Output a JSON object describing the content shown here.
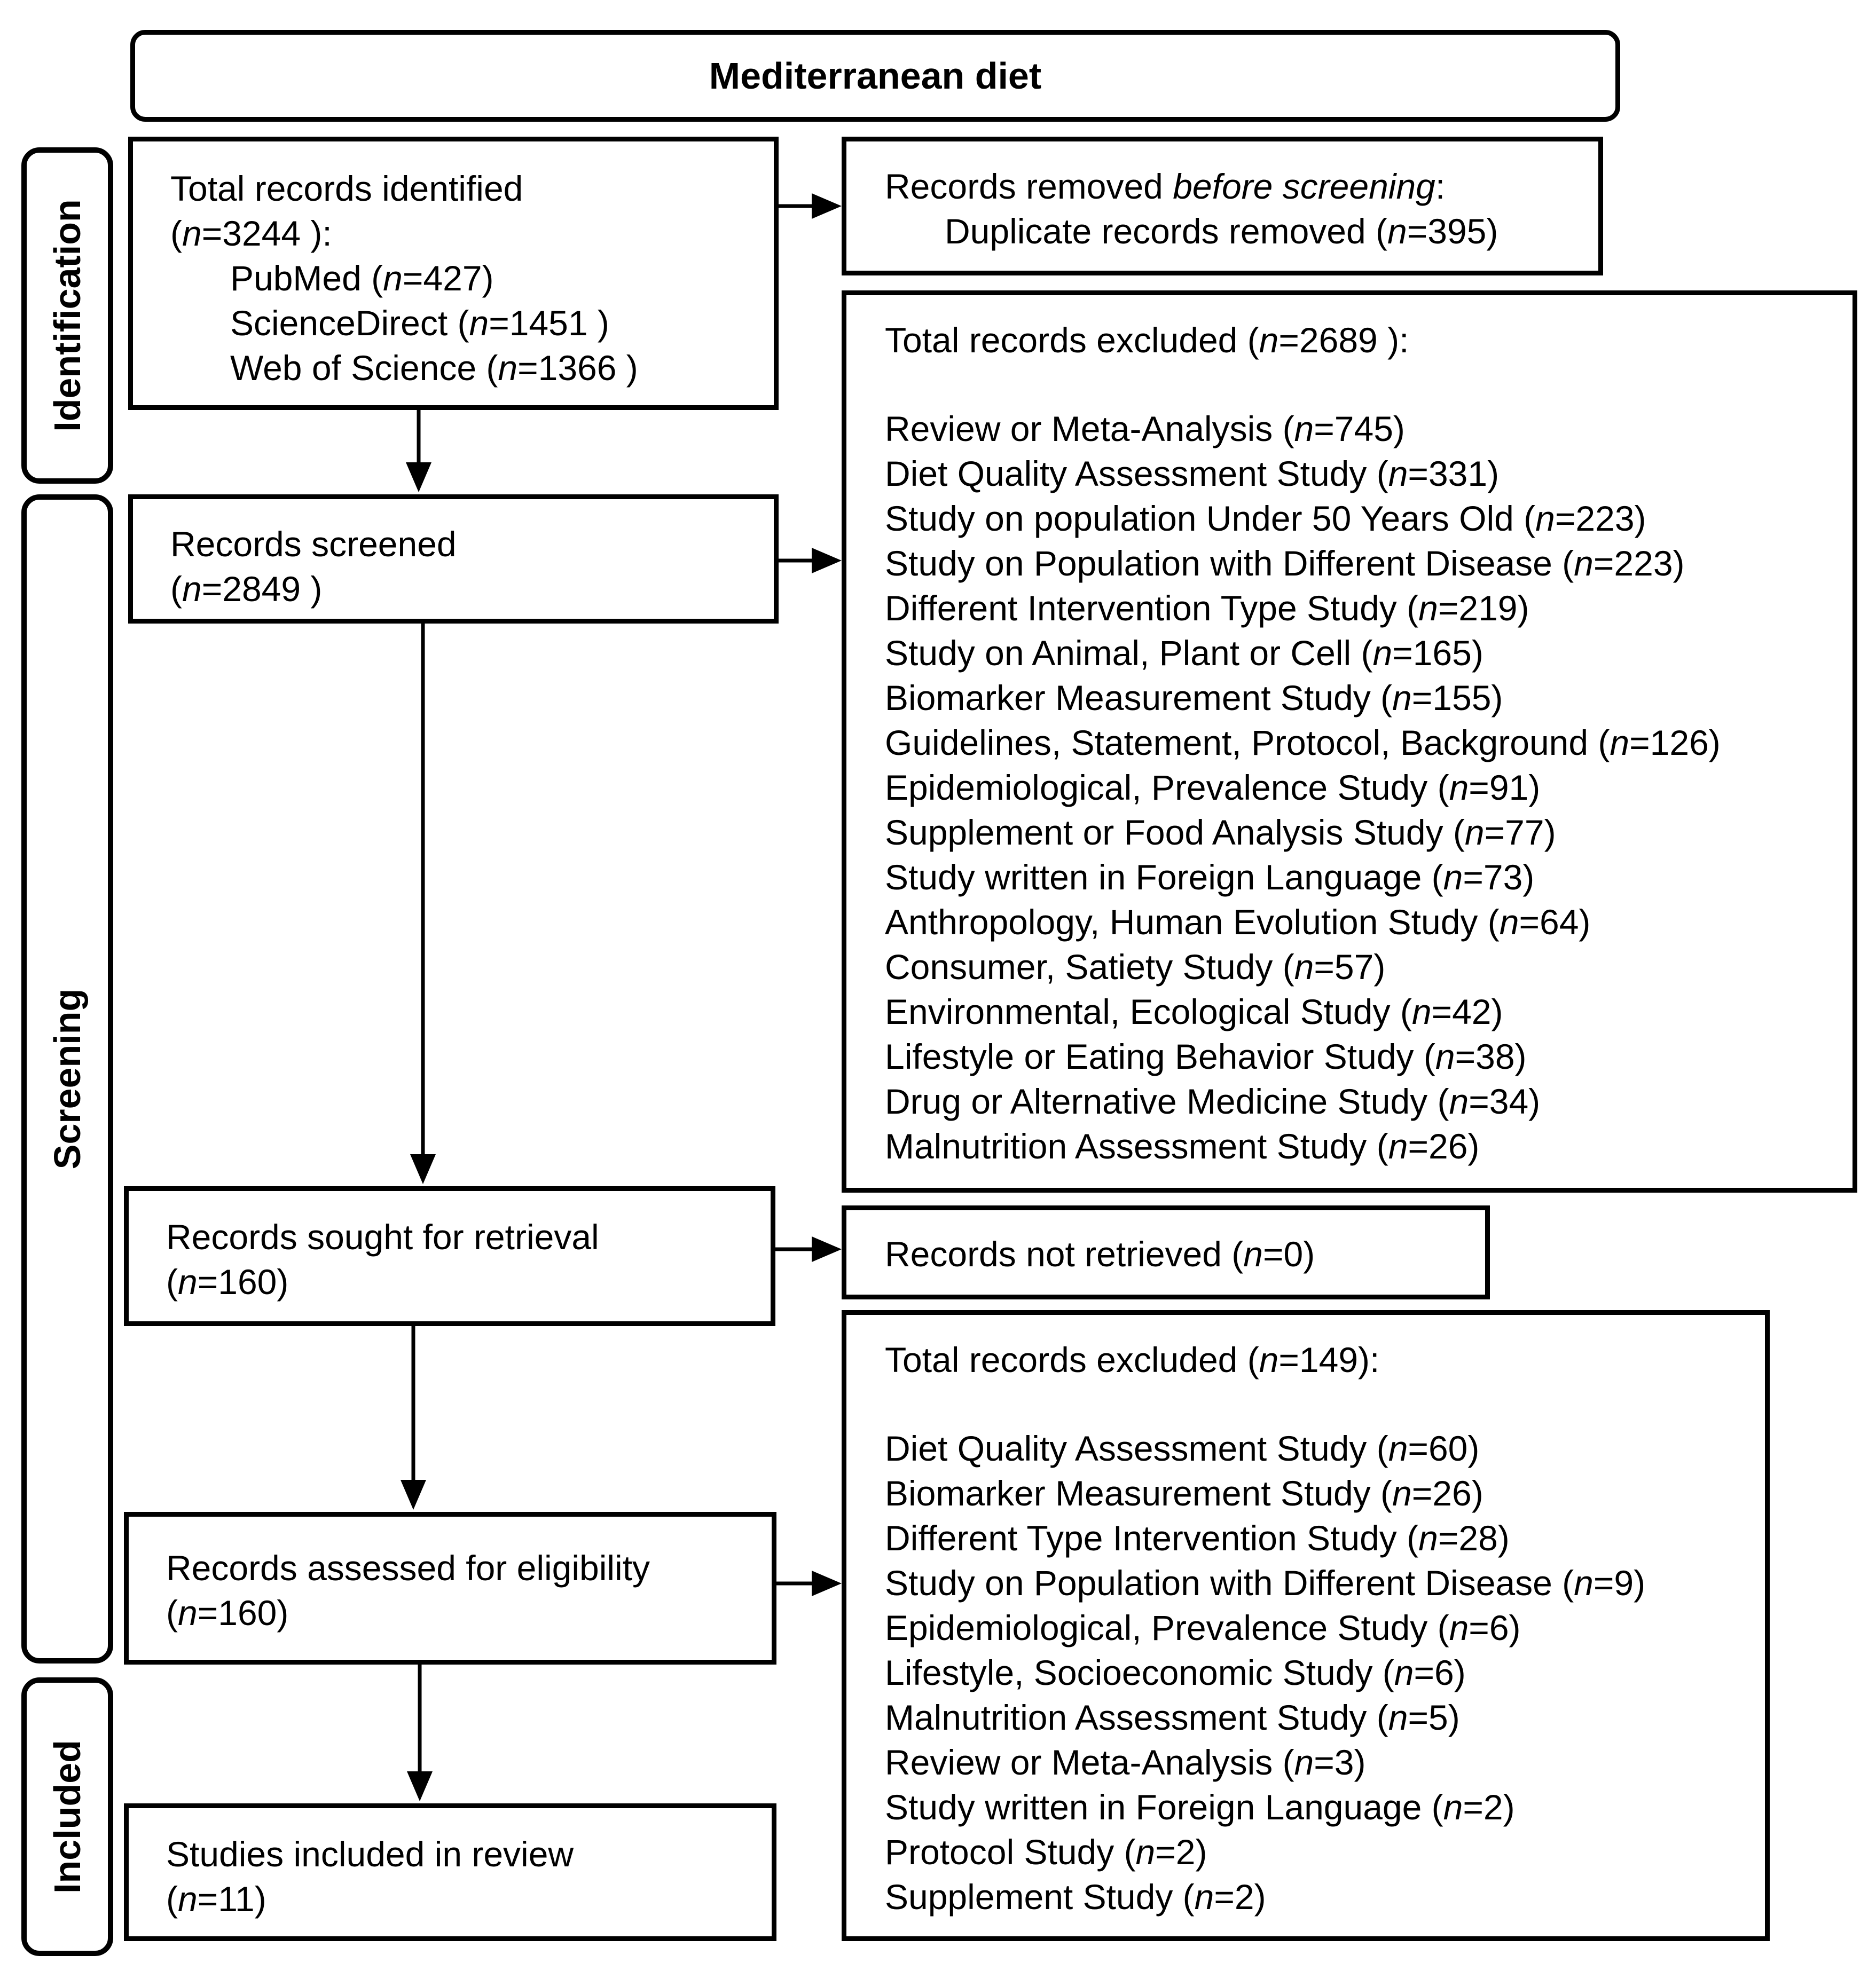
{
  "title": "Mediterranean diet",
  "phases": {
    "identification": "Identification",
    "screening": "Screening",
    "included": "Included"
  },
  "identified": {
    "line1": "Total records identified",
    "line2": {
      "pre": "(",
      "n": "n",
      "val": "=3244 ):"
    },
    "sources": [
      {
        "name": "PubMed (",
        "val": "=427)"
      },
      {
        "name": "ScienceDirect (",
        "val": "=1451 )"
      },
      {
        "name": "Web of Science (",
        "val": "=1366 )"
      }
    ]
  },
  "removed": {
    "line1_pre": "Records removed ",
    "line1_em": "before screening",
    "line1_post": ":",
    "line2_pre": "Duplicate records removed (",
    "line2_val": "=395)"
  },
  "screened": {
    "label": "Records screened",
    "val": "=2849 )"
  },
  "excluded1": {
    "header_pre": "Total records excluded (",
    "header_val": "=2689 ):",
    "items": [
      {
        "label": "Review or Meta-Analysis (",
        "val": "=745)"
      },
      {
        "label": "Diet Quality Assessment Study (",
        "val": "=331)"
      },
      {
        "label": "Study on population Under 50 Years Old (",
        "val": "=223)"
      },
      {
        "label": "Study on Population with Different Disease (",
        "val": "=223)"
      },
      {
        "label": "Different Intervention Type Study (",
        "val": "=219)"
      },
      {
        "label": "Study on Animal, Plant or Cell (",
        "val": "=165)"
      },
      {
        "label": "Biomarker Measurement Study (",
        "val": "=155)"
      },
      {
        "label": "Guidelines, Statement, Protocol, Background (",
        "val": "=126)"
      },
      {
        "label": "Epidemiological, Prevalence Study (",
        "val": "=91)"
      },
      {
        "label": "Supplement or Food Analysis Study (",
        "val": "=77)"
      },
      {
        "label": "Study written in Foreign Language (",
        "val": "=73)"
      },
      {
        "label": "Anthropology, Human Evolution Study (",
        "val": "=64)"
      },
      {
        "label": "Consumer, Satiety Study (",
        "val": "=57)"
      },
      {
        "label": "Environmental, Ecological Study (",
        "val": "=42)"
      },
      {
        "label": "Lifestyle or Eating Behavior Study (",
        "val": "=38)"
      },
      {
        "label": "Drug or Alternative Medicine Study (",
        "val": "=34)"
      },
      {
        "label": "Malnutrition Assessment Study (",
        "val": "=26)"
      }
    ]
  },
  "sought": {
    "label": "Records sought for retrieval",
    "val": "=160)"
  },
  "not_retrieved": {
    "label": "Records not retrieved (",
    "val": "=0)"
  },
  "assessed": {
    "label": "Records assessed for eligibility",
    "val": "=160)"
  },
  "excluded2": {
    "header_pre": "Total records excluded (",
    "header_val": "=149):",
    "items": [
      {
        "label": "Diet Quality Assessment Study (",
        "val": "=60)"
      },
      {
        "label": "Biomarker Measurement Study (",
        "val": "=26)"
      },
      {
        "label": "Different Type Intervention Study (",
        "val": "=28)"
      },
      {
        "label": "Study on Population with Different Disease (",
        "val": "=9)"
      },
      {
        "label": "Epidemiological, Prevalence Study (",
        "val": "=6)"
      },
      {
        "label": "Lifestyle, Socioeconomic Study (",
        "val": "=6)"
      },
      {
        "label": "Malnutrition Assessment Study (",
        "val": "=5)"
      },
      {
        "label": "Review or Meta-Analysis (",
        "val": "=3)"
      },
      {
        "label": "Study written in Foreign Language (",
        "val": "=2)"
      },
      {
        "label": "Protocol Study (",
        "val": "=2)"
      },
      {
        "label": "Supplement Study (",
        "val": "=2)"
      }
    ]
  },
  "included": {
    "label": "Studies included in review",
    "val": "=11)"
  },
  "n_symbol": "n"
}
